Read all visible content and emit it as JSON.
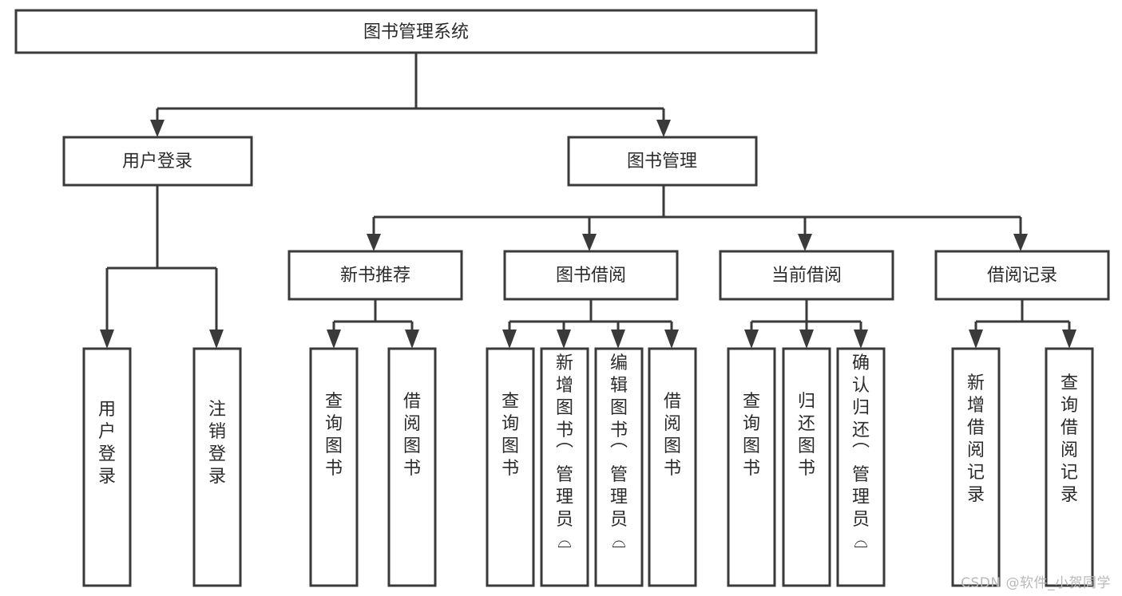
{
  "diagram": {
    "title": "图书管理系统",
    "type": "tree",
    "watermark": "CSDN @软件_小贺同学",
    "colors": {
      "box_stroke": "#3a3a3a",
      "box_fill": "#ffffff",
      "connector": "#3a3a3a",
      "text": "#2b2b2b",
      "background": "#ffffff",
      "watermark_text": "#b9b9b9"
    },
    "root": {
      "label": "图书管理系统"
    },
    "level2": [
      {
        "label": "用户登录"
      },
      {
        "label": "图书管理"
      }
    ],
    "level3": [
      {
        "label": "新书推荐"
      },
      {
        "label": "图书借阅"
      },
      {
        "label": "当前借阅"
      },
      {
        "label": "借阅记录"
      }
    ],
    "leaves": {
      "user_login": [
        {
          "label": "用户登录"
        },
        {
          "label": "注销登录"
        }
      ],
      "new_book_recommend": [
        {
          "label": "查询图书"
        },
        {
          "label": "借阅图书"
        }
      ],
      "book_borrow": [
        {
          "label": "查询图书"
        },
        {
          "label": "新增图书（管理员）"
        },
        {
          "label": "编辑图书（管理员）"
        },
        {
          "label": "借阅图书"
        }
      ],
      "current_borrow": [
        {
          "label": "查询图书"
        },
        {
          "label": "归还图书"
        },
        {
          "label": "确认归还（管理员）"
        }
      ],
      "borrow_record": [
        {
          "label": "新增借阅记录"
        },
        {
          "label": "查询借阅记录"
        }
      ]
    }
  }
}
